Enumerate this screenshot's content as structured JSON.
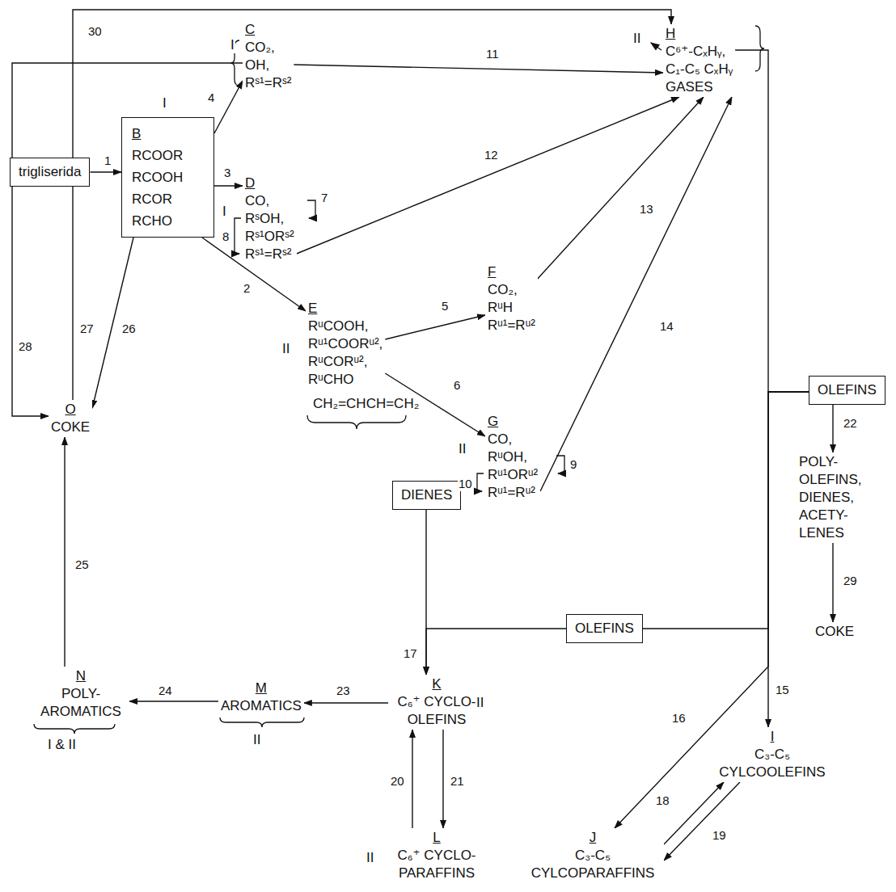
{
  "diagram": {
    "nodes": [
      {
        "text": [
          "trigliserida"
        ]
      },
      {
        "text": [
          "B",
          "RCOOR",
          "RCOOH",
          "RCOR",
          "RCHO"
        ]
      },
      {
        "text": [
          "C",
          "CO₂,",
          "OH,",
          "Rˢ¹=Rˢ²"
        ]
      },
      {
        "text": [
          "D",
          "CO,",
          "RˢOH,",
          "Rˢ¹ORˢ²",
          "Rˢ¹=Rˢ²"
        ]
      },
      {
        "text": [
          "E",
          "RᵘCOOH,",
          "Rᵘ¹COORᵘ²,",
          "RᵘCORᵘ²,",
          "RᵘCHO"
        ]
      },
      {
        "text": [
          "F",
          "CO₂,",
          "RᵘH",
          "Rᵘ¹=Rᵘ²"
        ]
      },
      {
        "text": [
          "G",
          "CO,",
          "RᵘOH,",
          "Rᵘ¹ORᵘ²",
          "Rᵘ¹=Rᵘ²"
        ]
      },
      {
        "text": [
          "H",
          "C⁶⁺-CₓHᵧ,",
          "C₁-C₅ CₓHᵧ",
          "GASES"
        ]
      },
      {
        "text": [
          "O",
          "COKE"
        ]
      },
      {
        "text": [
          "OLEFINS"
        ]
      },
      {
        "text": [
          "POLY- OLEFINS, DIENES, ACETY- LENES"
        ]
      },
      {
        "text": [
          "COKE"
        ]
      },
      {
        "text": [
          "DIENES"
        ]
      },
      {
        "text": [
          "OLEFINS"
        ]
      },
      {
        "text": [
          "K",
          "C₆⁺ CYCLO- OLEFINS"
        ]
      },
      {
        "text": [
          "M",
          "AROMATICS"
        ]
      },
      {
        "text": [
          "N",
          "POLY- AROMATICS"
        ]
      },
      {
        "text": [
          "L",
          "C₆⁺ CYCLO- PARAFFINS"
        ]
      },
      {
        "text": [
          "J",
          "C₃-C₅ CYLCOPARAFFINS"
        ]
      },
      {
        "text": [
          "I",
          "C₃-C₅ CYLCOOLEFINS"
        ]
      }
    ],
    "edges": [
      {
        "from": 0,
        "to": 1,
        "arrow": "to",
        "label": "1"
      },
      {
        "from": 1,
        "to": 4,
        "arrow": "to",
        "label": "2"
      },
      {
        "from": 1,
        "to": 3,
        "arrow": "to",
        "label": "3"
      },
      {
        "from": 1,
        "to": 2,
        "arrow": "to",
        "label": "4"
      },
      {
        "from": 4,
        "to": 5,
        "arrow": "to",
        "label": "5"
      },
      {
        "from": 4,
        "to": 6,
        "arrow": "to",
        "label": "6"
      },
      {
        "from": 2,
        "to": 7,
        "arrow": "to",
        "label": "11"
      },
      {
        "from": 3,
        "to": 7,
        "arrow": "to",
        "label": "12"
      },
      {
        "from": 5,
        "to": 7,
        "arrow": "to",
        "label": "13"
      },
      {
        "from": 6,
        "to": 7,
        "arrow": "to",
        "label": "14"
      },
      {
        "from": 7,
        "to": 9,
        "arrow": "none"
      },
      {
        "from": 9,
        "to": 10,
        "arrow": "to",
        "label": "22"
      },
      {
        "from": 10,
        "to": 11,
        "arrow": "to",
        "label": "29"
      },
      {
        "from": 9,
        "to": 13,
        "arrow": "none"
      },
      {
        "from": 13,
        "to": 14,
        "arrow": "to"
      },
      {
        "from": 12,
        "to": 14,
        "arrow": "to",
        "label": "17"
      },
      {
        "from": 9,
        "to": 19,
        "arrow": "to",
        "label": "15"
      },
      {
        "from": 9,
        "to": 18,
        "arrow": "to",
        "label": "16"
      },
      {
        "from": 18,
        "to": 19,
        "arrow": "to",
        "label": "18"
      },
      {
        "from": 19,
        "to": 18,
        "arrow": "to",
        "label": "19"
      },
      {
        "from": 17,
        "to": 14,
        "arrow": "to",
        "label": "20"
      },
      {
        "from": 14,
        "to": 17,
        "arrow": "to",
        "label": "21"
      },
      {
        "from": 14,
        "to": 15,
        "arrow": "to",
        "label": "23"
      },
      {
        "from": 15,
        "to": 16,
        "arrow": "to",
        "label": "24"
      },
      {
        "from": 16,
        "to": 8,
        "arrow": "to",
        "label": "25"
      },
      {
        "from": 1,
        "to": 8,
        "arrow": "to",
        "label": "26"
      },
      {
        "from": 8,
        "to": 7,
        "arrow": "to",
        "label": "30"
      },
      {
        "from": 2,
        "to": 8,
        "arrow": "to",
        "label": "28"
      }
    ],
    "labels": [
      "I",
      "I",
      "I",
      "7",
      "8",
      "II",
      "CH₂=CHCH=CH₂",
      "II",
      "9",
      "10",
      "II",
      "27",
      "II",
      "II",
      "I & II",
      "II"
    ]
  }
}
